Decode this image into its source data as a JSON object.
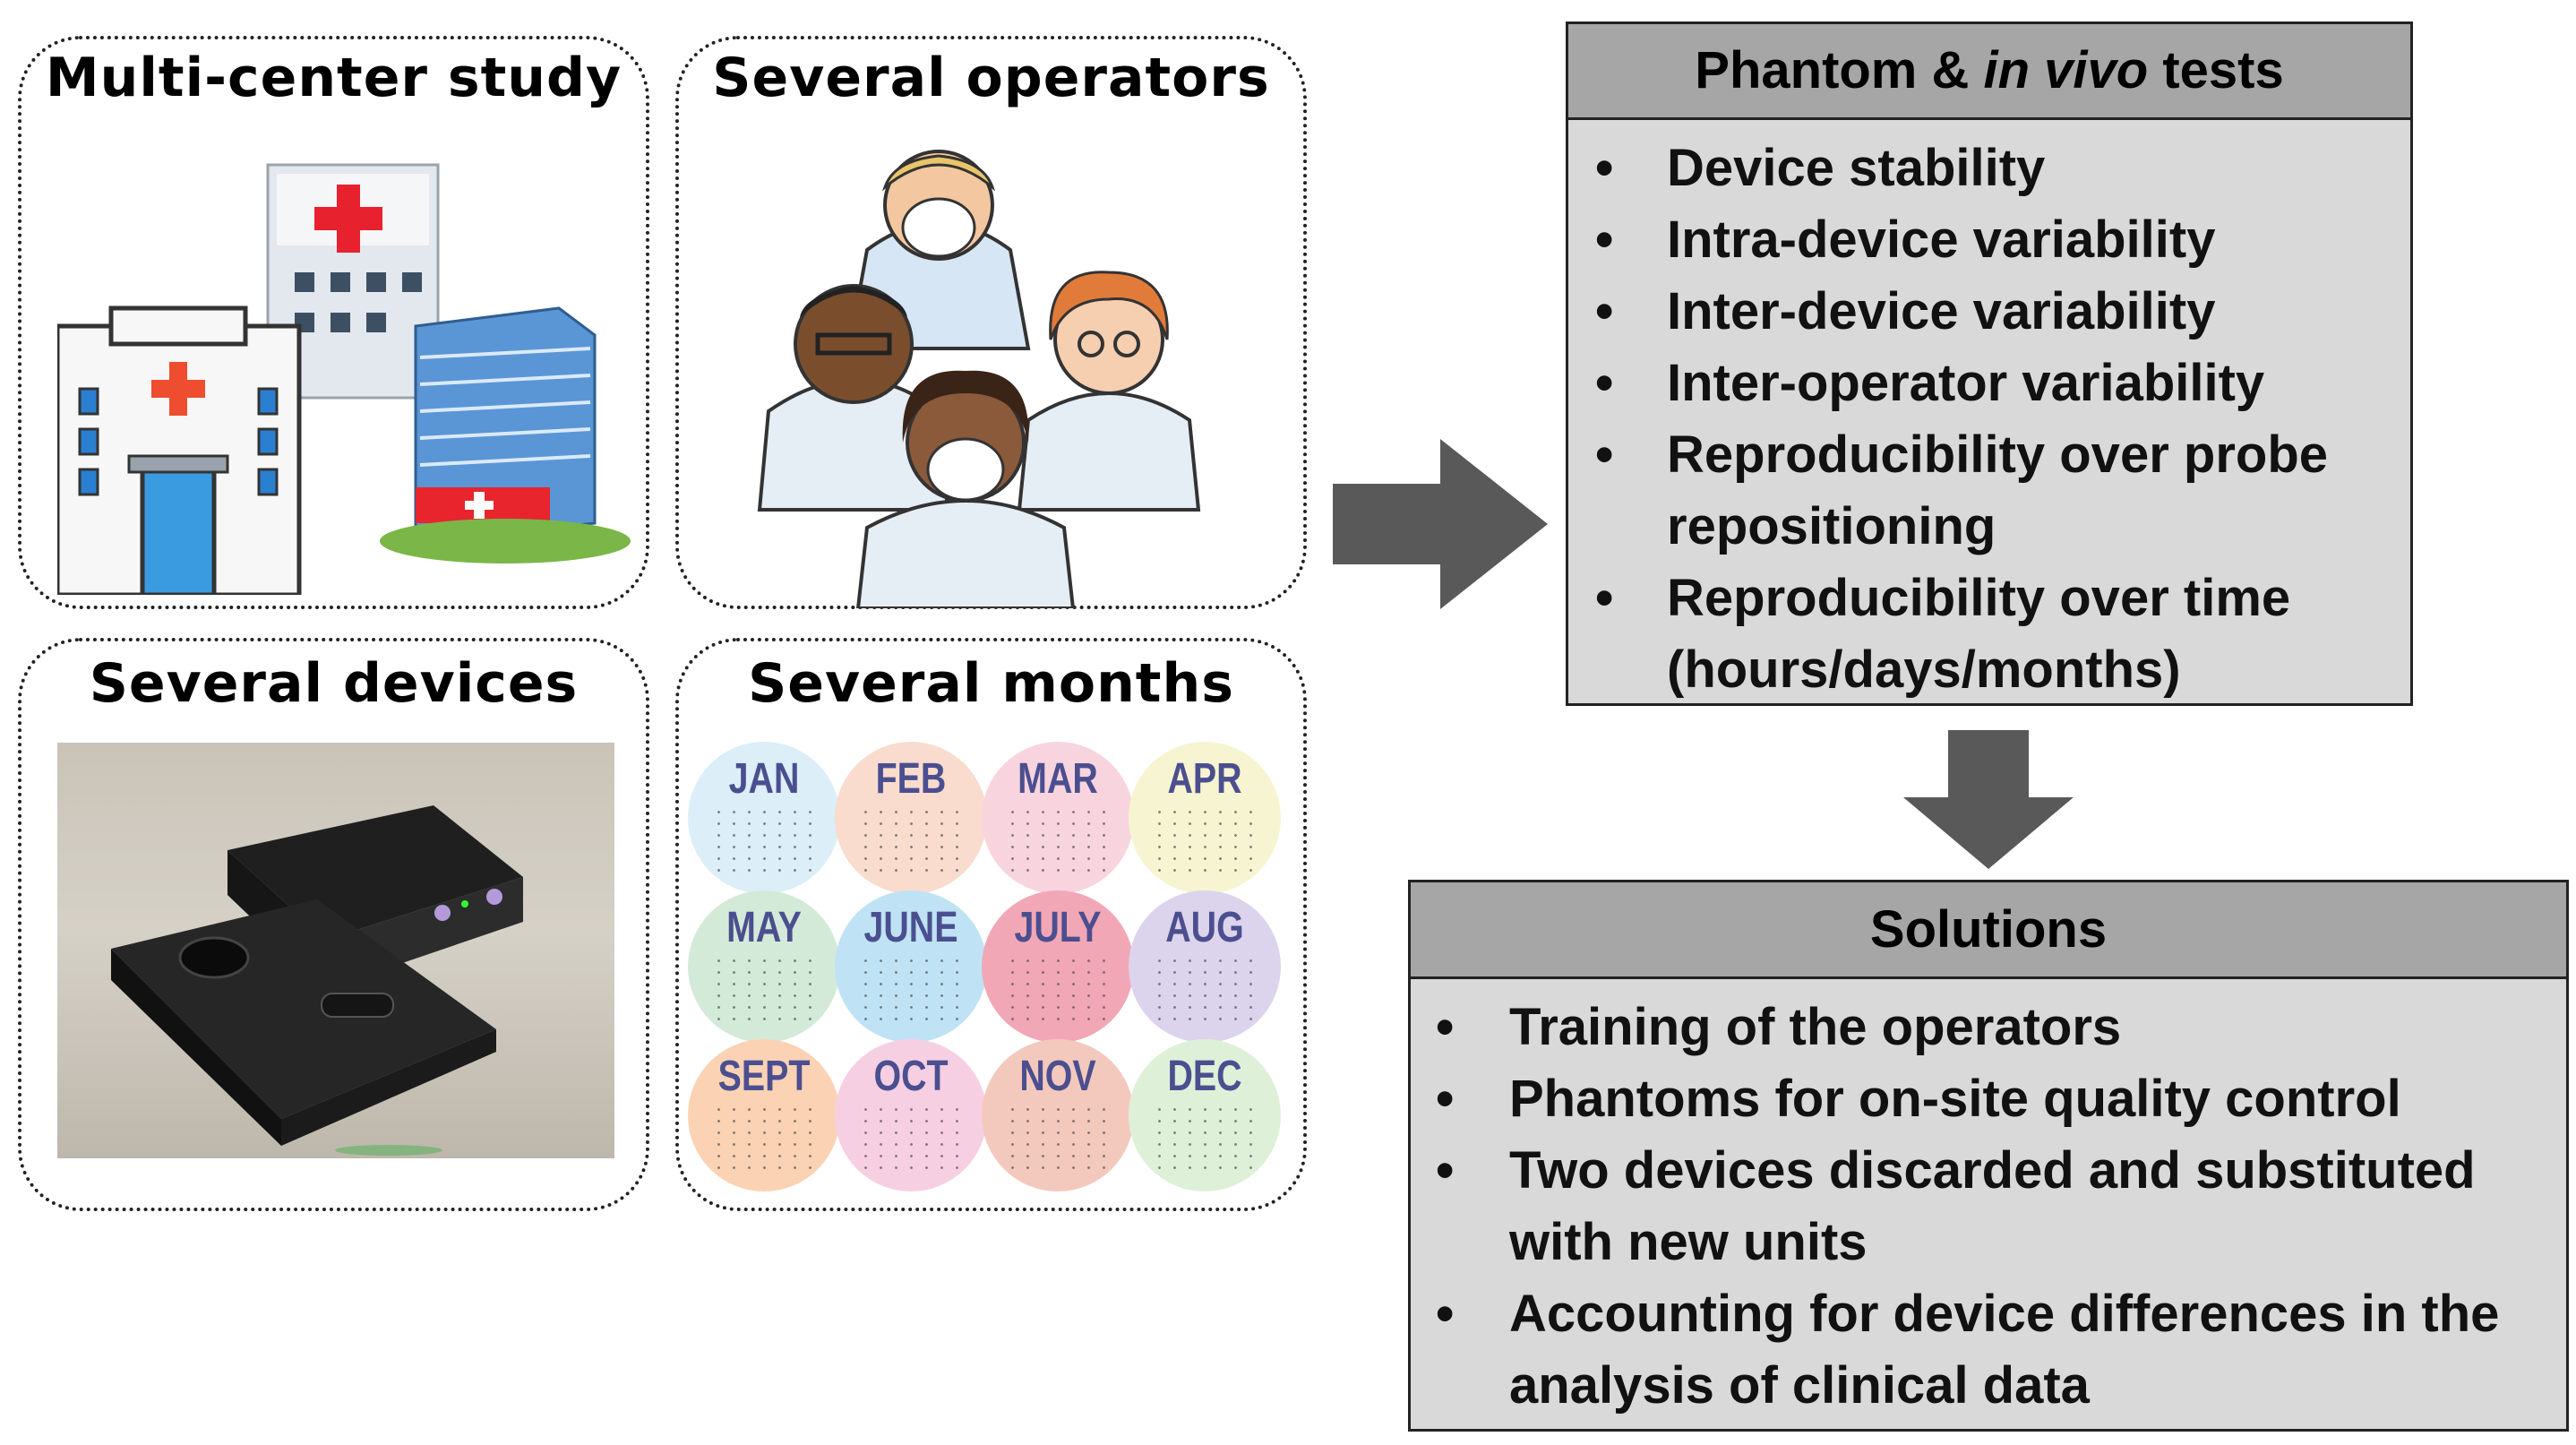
{
  "panels": {
    "multi_center": {
      "title": "Multi-center study"
    },
    "operators": {
      "title": "Several operators"
    },
    "devices": {
      "title": "Several devices"
    },
    "months": {
      "title": "Several months",
      "months": [
        "JAN",
        "FEB",
        "MAR",
        "APR",
        "MAY",
        "JUNE",
        "JULY",
        "AUG",
        "SEPT",
        "OCT",
        "NOV",
        "DEC"
      ],
      "colors": [
        "#dceef7",
        "#f9dccd",
        "#f8d5de",
        "#f7f4d2",
        "#d4ead8",
        "#bfe3f4",
        "#f2a7b6",
        "#dcd3ec",
        "#fbd2b4",
        "#f7cfe3",
        "#f4c9bd",
        "#dff0d8"
      ]
    }
  },
  "tests_box": {
    "title_part1": "Phantom & ",
    "title_italic": "in vivo",
    "title_part2": " tests",
    "items": [
      "Device stability",
      "Intra-device variability",
      "Inter-device variability",
      "Inter-operator variability",
      "Reproducibility over probe repositioning",
      "Reproducibility over time (hours/days/months)"
    ]
  },
  "solutions_box": {
    "title": "Solutions",
    "items": [
      "Training of the operators",
      "Phantoms for on-site quality control",
      "Two devices discarded and substituted with new units",
      "Accounting for device differences in the analysis of clinical data"
    ]
  },
  "colors": {
    "arrow": "#595959",
    "box_fill": "#d9d9d9",
    "box_header": "#a6a6a6"
  }
}
